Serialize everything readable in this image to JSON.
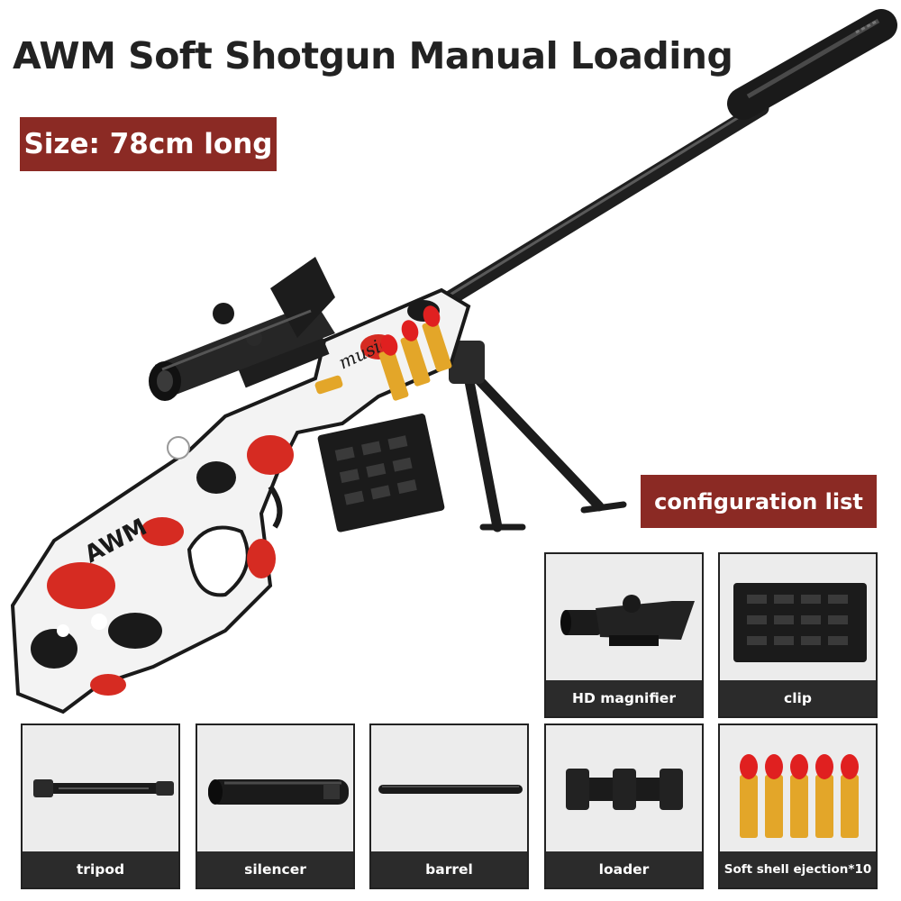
{
  "title": "AWM Soft Shotgun Manual Loading",
  "size_tag": "Size: 78cm long",
  "hero_graffiti": [
    "AWM",
    "music"
  ],
  "config_tag": "configuration list",
  "colors": {
    "tag_red": "#8b2a24",
    "label_bar": "#2b2b2b",
    "card_bg": "#ececec",
    "graffiti_red": "#d62b22",
    "bullet_tip": "#e02020",
    "bullet_casing": "#e3a629"
  },
  "configuration": [
    {
      "label": "HD magnifier",
      "icon": "scope-icon"
    },
    {
      "label": "clip",
      "icon": "magazine-clip-icon"
    },
    {
      "label": "tripod",
      "icon": "bipod-icon"
    },
    {
      "label": "silencer",
      "icon": "silencer-icon"
    },
    {
      "label": "barrel",
      "icon": "barrel-icon"
    },
    {
      "label": "loader",
      "icon": "shell-loader-icon"
    },
    {
      "label": "Soft shell ejection*10",
      "icon": "soft-shells-icon"
    }
  ]
}
